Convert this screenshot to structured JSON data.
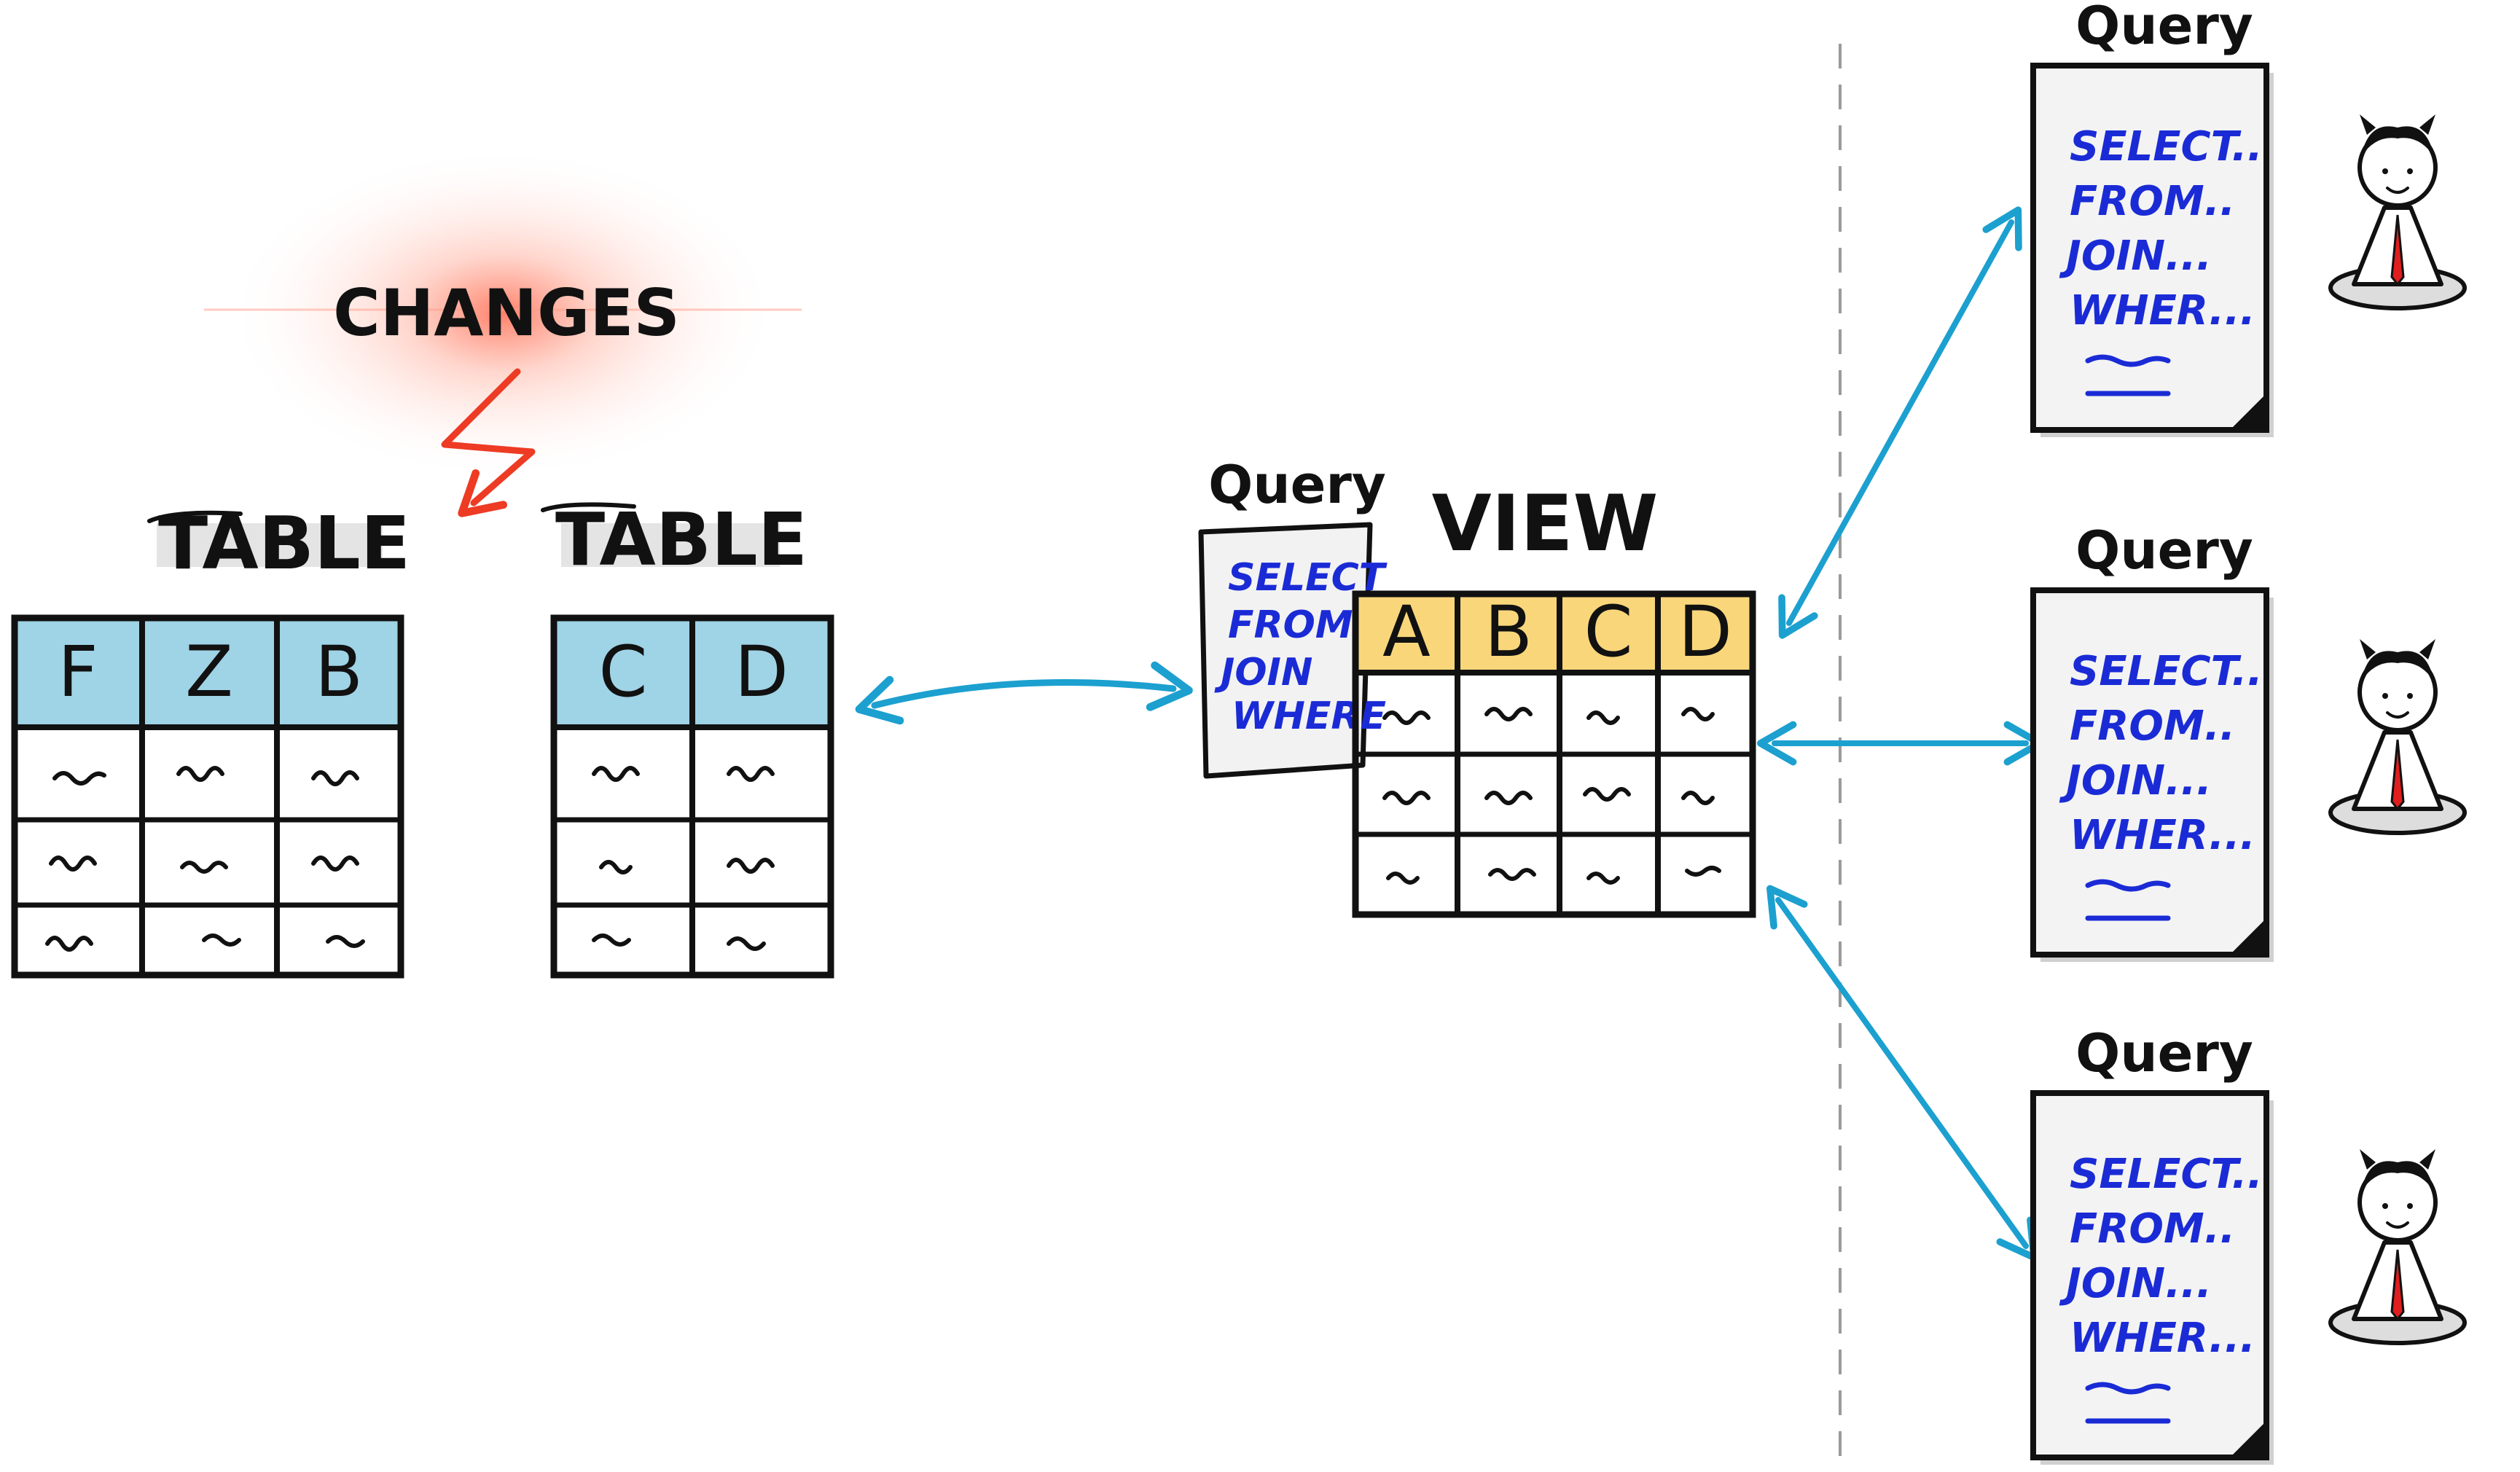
{
  "changes_label": "CHANGES",
  "tables": [
    {
      "title": "TABLE",
      "columns": [
        "F",
        "Z",
        "B"
      ]
    },
    {
      "title": "TABLE",
      "columns": [
        "C",
        "D"
      ]
    }
  ],
  "view": {
    "title": "VIEW",
    "columns": [
      "A",
      "B",
      "C",
      "D"
    ],
    "query_title": "Query",
    "query_lines": [
      "SELECT",
      "FROM",
      "JOIN",
      "WHERE"
    ]
  },
  "queries": [
    {
      "title": "Query",
      "lines": [
        "SELECT..",
        "FROM..",
        "JOIN...",
        "WHER..."
      ]
    },
    {
      "title": "Query",
      "lines": [
        "SELECT..",
        "FROM..",
        "JOIN...",
        "WHER..."
      ]
    },
    {
      "title": "Query",
      "lines": [
        "SELECT..",
        "FROM..",
        "JOIN...",
        "WHER..."
      ]
    }
  ],
  "colors": {
    "table_header": "#9fd3e6",
    "view_header": "#f9d67a",
    "arrow": "#1ca0cf",
    "changes_arrow": "#ee3b24",
    "sql_text": "#1a2bd6",
    "tie": "#e01e1e"
  }
}
